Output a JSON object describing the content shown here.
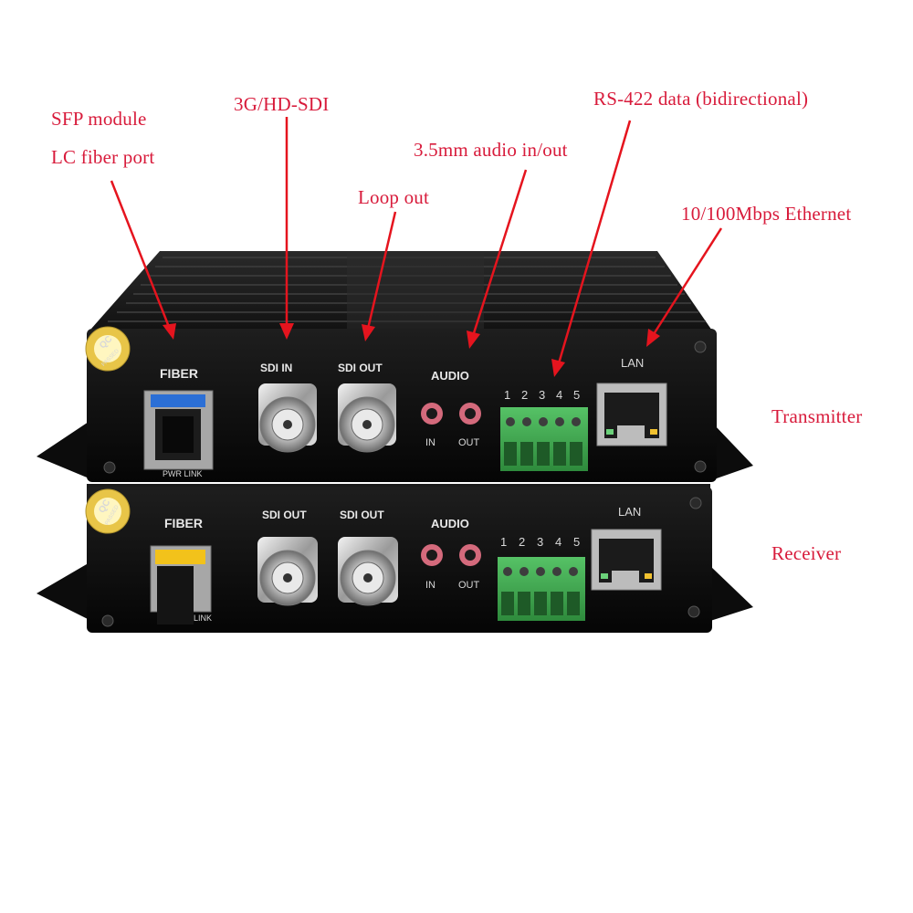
{
  "annotations": {
    "sfp_module": "SFP module",
    "lc_fiber_port": "LC fiber port",
    "hd_sdi": "3G/HD-SDI",
    "loop_out": "Loop out",
    "audio": "3.5mm audio in/out",
    "rs422": "RS-422 data (bidirectional)",
    "ethernet": "10/100Mbps Ethernet",
    "transmitter": "Transmitter",
    "receiver": "Receiver"
  },
  "transmitter_panel": {
    "fiber": "FIBER",
    "sdi_in": "SDI IN",
    "sdi_out": "SDI OUT",
    "audio": "AUDIO",
    "audio_in": "IN",
    "audio_out": "OUT",
    "terminal_numbers": [
      "1",
      "2",
      "3",
      "4",
      "5"
    ],
    "lan": "LAN",
    "led_labels": "PWR LINK",
    "qc_sticker": "QC",
    "qc_passed": "PASSED"
  },
  "receiver_panel": {
    "fiber": "FIBER",
    "sdi_out_1": "SDI OUT",
    "sdi_out_2": "SDI OUT",
    "audio": "AUDIO",
    "audio_in": "IN",
    "audio_out": "OUT",
    "terminal_numbers": [
      "1",
      "2",
      "3",
      "4",
      "5"
    ],
    "lan": "LAN",
    "led_labels": "LINK",
    "qc_sticker": "QC",
    "qc_passed": "PASSED"
  },
  "colors": {
    "annotation": "#d81b3b",
    "arrow": "#e5141e",
    "chassis": "#121212",
    "terminal_block": "#3fa84f"
  }
}
